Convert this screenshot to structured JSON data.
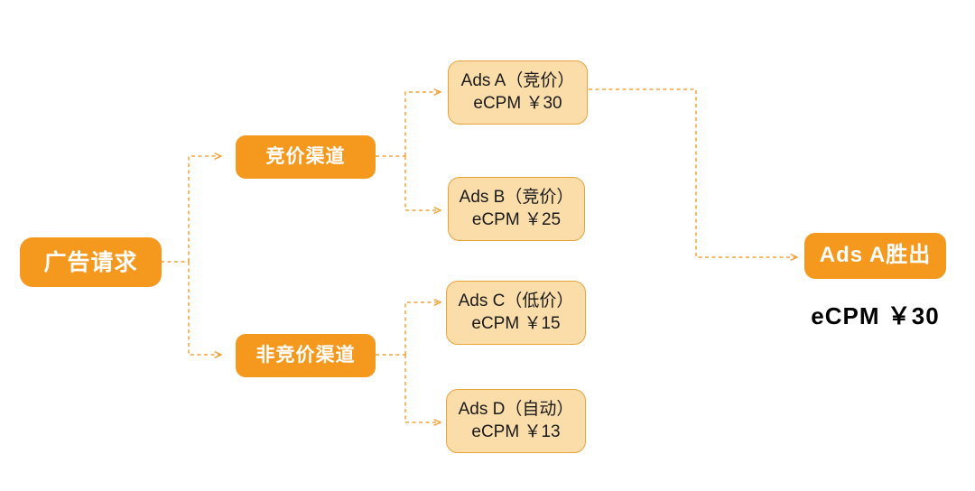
{
  "diagram": {
    "title": "Ad request waterfall / bidding flow",
    "colors": {
      "solid_fill": "#F5991E",
      "light_fill": "#FBDDAA",
      "light_border": "#E8A33D",
      "edge": "#F2A33C",
      "background": "#FFFFFF",
      "solid_text": "#FFFFFF",
      "light_text": "#1A1A1A",
      "caption_text": "#000000"
    },
    "nodes": {
      "request": {
        "label": "广告请求"
      },
      "bidding_channel": {
        "label": "竞价渠道"
      },
      "non_bidding_channel": {
        "label": "非竞价渠道"
      },
      "ads_a": {
        "line1": "Ads A（竞价）",
        "line2": "eCPM ￥30"
      },
      "ads_b": {
        "line1": "Ads B（竞价）",
        "line2": "eCPM ￥25"
      },
      "ads_c": {
        "line1": "Ads C（低价）",
        "line2": "eCPM ￥15"
      },
      "ads_d": {
        "line1": "Ads D（自动）",
        "line2": "eCPM ￥13"
      },
      "winner": {
        "label": "Ads A胜出"
      }
    },
    "caption": {
      "text": "eCPM ￥30"
    }
  }
}
